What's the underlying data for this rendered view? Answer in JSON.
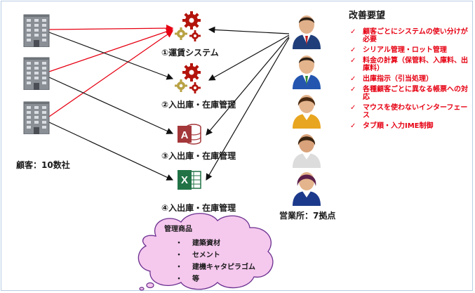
{
  "customers": {
    "label": "顧客：10数社",
    "building_count": 3
  },
  "systems": [
    {
      "label": "①運賃システム",
      "icon": "gears-icon"
    },
    {
      "label": "②入出庫・在庫管理",
      "icon": "gears-icon"
    },
    {
      "label": "③入出庫・在庫管理",
      "icon": "access-db-icon",
      "icon_text": "A"
    },
    {
      "label": "④入出庫・在庫管理",
      "icon": "excel-icon",
      "icon_text": "X"
    }
  ],
  "sales_offices": {
    "label": "営業所：7拠点",
    "person_count": 5
  },
  "improvements": {
    "title": "改善要望",
    "check_symbol": "✓",
    "items": [
      "顧客ごとにシステムの使い分けが必要",
      "シリアル管理・ロット管理",
      "料金の計算（保管料、入庫料、出庫料）",
      "出庫指示（引当処理）",
      "各種顧客ごとに異なる帳票への対応",
      "マウスを使わないインターフェース",
      "タブ順・入力IME制御"
    ]
  },
  "managed_goods": {
    "title": "管理商品",
    "bullet": "・",
    "items": [
      "建築資材",
      "セメント",
      "建機キャタピラゴム",
      "等"
    ]
  },
  "colors": {
    "red_line": "#e60012",
    "black_line": "#111111",
    "gear_red": "#b3140c",
    "gear_gold": "#b8a244",
    "cloud_fill": "#f5c8ee",
    "cloud_stroke": "#6b2f8f",
    "access_red": "#a4373a",
    "excel_green": "#217346",
    "building": "#8a8f96"
  }
}
